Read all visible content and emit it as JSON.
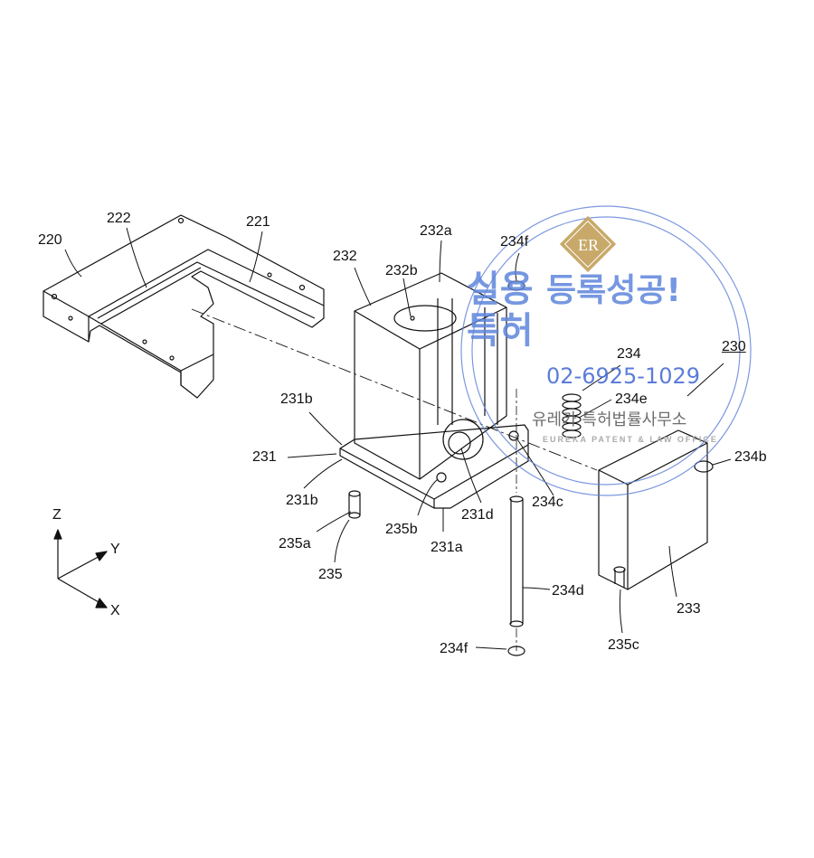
{
  "figure": {
    "labels": {
      "l220": "220",
      "l222": "222",
      "l221": "221",
      "l232": "232",
      "l232a": "232a",
      "l232b": "232b",
      "l234f_top": "234f",
      "l234": "234",
      "l230": "230",
      "l234e": "234e",
      "l231b_top": "231b",
      "l231": "231",
      "l231b_bottom": "231b",
      "l235a": "235a",
      "l235": "235",
      "l235b": "235b",
      "l231d": "231d",
      "l234c": "234c",
      "l231a": "231a",
      "l234b": "234b",
      "l234d": "234d",
      "l233": "233",
      "l235c": "235c",
      "l234f_bottom": "234f"
    },
    "axes": {
      "z": "Z",
      "y": "Y",
      "x": "X"
    }
  },
  "watermark": {
    "logo": "ER",
    "line1a": "실용",
    "line1b": "등록성공!",
    "line2": "특허",
    "phone": "02-6925-1029",
    "office_kor": "유레카 특허법률사무소",
    "office_eng": "EUREKA PATENT & LAW OFFICE",
    "ring_color": "#5b7fd8",
    "logo_color": "#c8a96a"
  }
}
